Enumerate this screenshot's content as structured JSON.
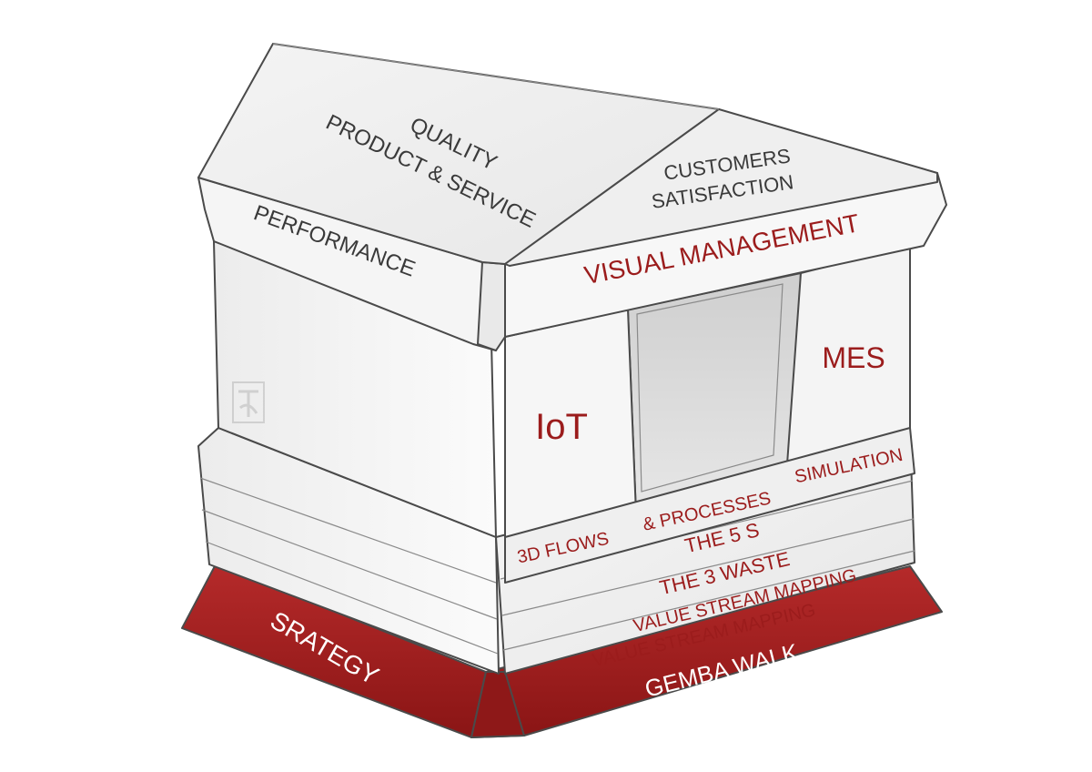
{
  "labels": {
    "roof_left_line1": "QUALITY",
    "roof_left_line2": "PRODUCT & SERVICE",
    "roof_right_line1": "CUSTOMERS",
    "roof_right_line2": "SATISFACTION",
    "left_beam": "PERFORMANCE",
    "right_beam": "VISUAL MANAGEMENT",
    "pillar_left": "IoT",
    "pillar_right": "MES",
    "step_3d_flows": "3D FLOWS",
    "step_processes": "& PROCESSES",
    "step_simulation": "SIMULATION",
    "step_5s": "THE 5 S",
    "step_3waste": "THE 3 WASTE",
    "step_vsm": "VALUE STREAM MAPPING",
    "step_gemba": "VALUE STREAM MAPPING",
    "base_left": "SRATEGY",
    "base_right": "GEMBA WALK",
    "watermark": "T&A"
  },
  "colors": {
    "accent_red": "#9b1c1c",
    "base_red": "#a32020",
    "text_dark": "#3a3a3a",
    "surface_light": "#f2f2f2",
    "surface_shade": "#dcdcdc"
  }
}
